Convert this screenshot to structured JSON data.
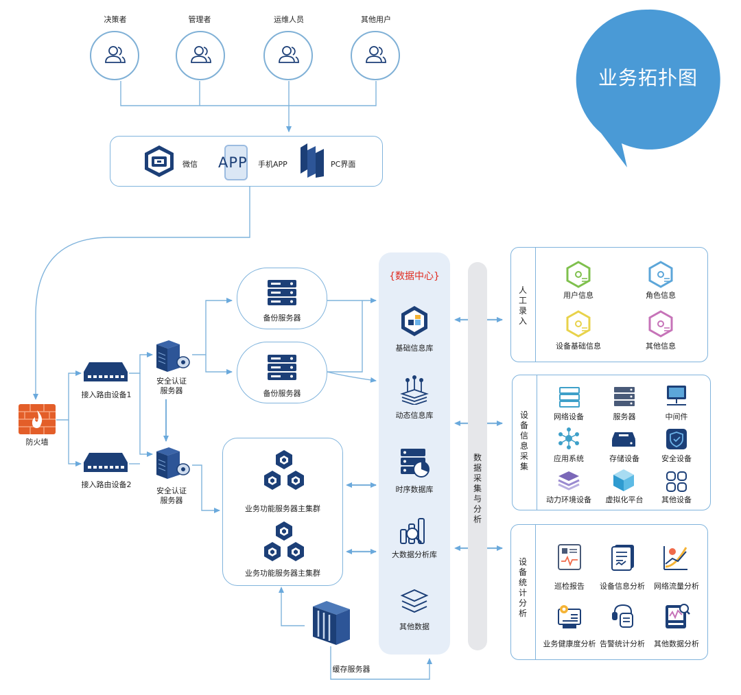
{
  "title": "业务拓扑图",
  "users": [
    "决策者",
    "管理者",
    "运维人员",
    "其他用户"
  ],
  "clients": {
    "wechat": "微信",
    "app_icon_text": "APP",
    "app": "手机APP",
    "pc": "PC界面"
  },
  "network": {
    "firewall": "防火墙",
    "router1": "接入路由设备1",
    "router2": "接入路由设备2",
    "auth1": "安全认证\n服务器",
    "auth2": "安全认证\n服务器",
    "backup1": "备份服务器",
    "backup2": "备份服务器",
    "cluster1": "业务功能服务器主集群",
    "cluster2": "业务功能服务器主集群",
    "cache": "缓存服务器"
  },
  "datacenter": {
    "title": "{数据中心}",
    "items": [
      "基础信息库",
      "动态信息库",
      "时序数据库",
      "大数据分析库",
      "其他数据"
    ]
  },
  "collect_bar": "数据采集与分析",
  "panels": {
    "manual": {
      "label": "人工录入",
      "items": [
        "用户信息",
        "角色信息",
        "设备基础信息",
        "其他信息"
      ]
    },
    "device": {
      "label": "设备信息采集",
      "items": [
        "网络设备",
        "服务器",
        "中间件",
        "应用系统",
        "存储设备",
        "安全设备",
        "动力环境设备",
        "虚拟化平台",
        "其他设备"
      ]
    },
    "stats": {
      "label": "设备统计分析",
      "items": [
        "巡检报告",
        "设备信息分析",
        "网络流量分析",
        "业务健康度分析",
        "告警统计分析",
        "其他数据分析"
      ]
    }
  },
  "colors": {
    "navy": "#1c3f77",
    "line": "#7fb3dc",
    "bubble": "#4a9ad6",
    "firewall": "#e35e29",
    "dc_bg": "#e6eef8",
    "dc_title": "#e02b20"
  }
}
